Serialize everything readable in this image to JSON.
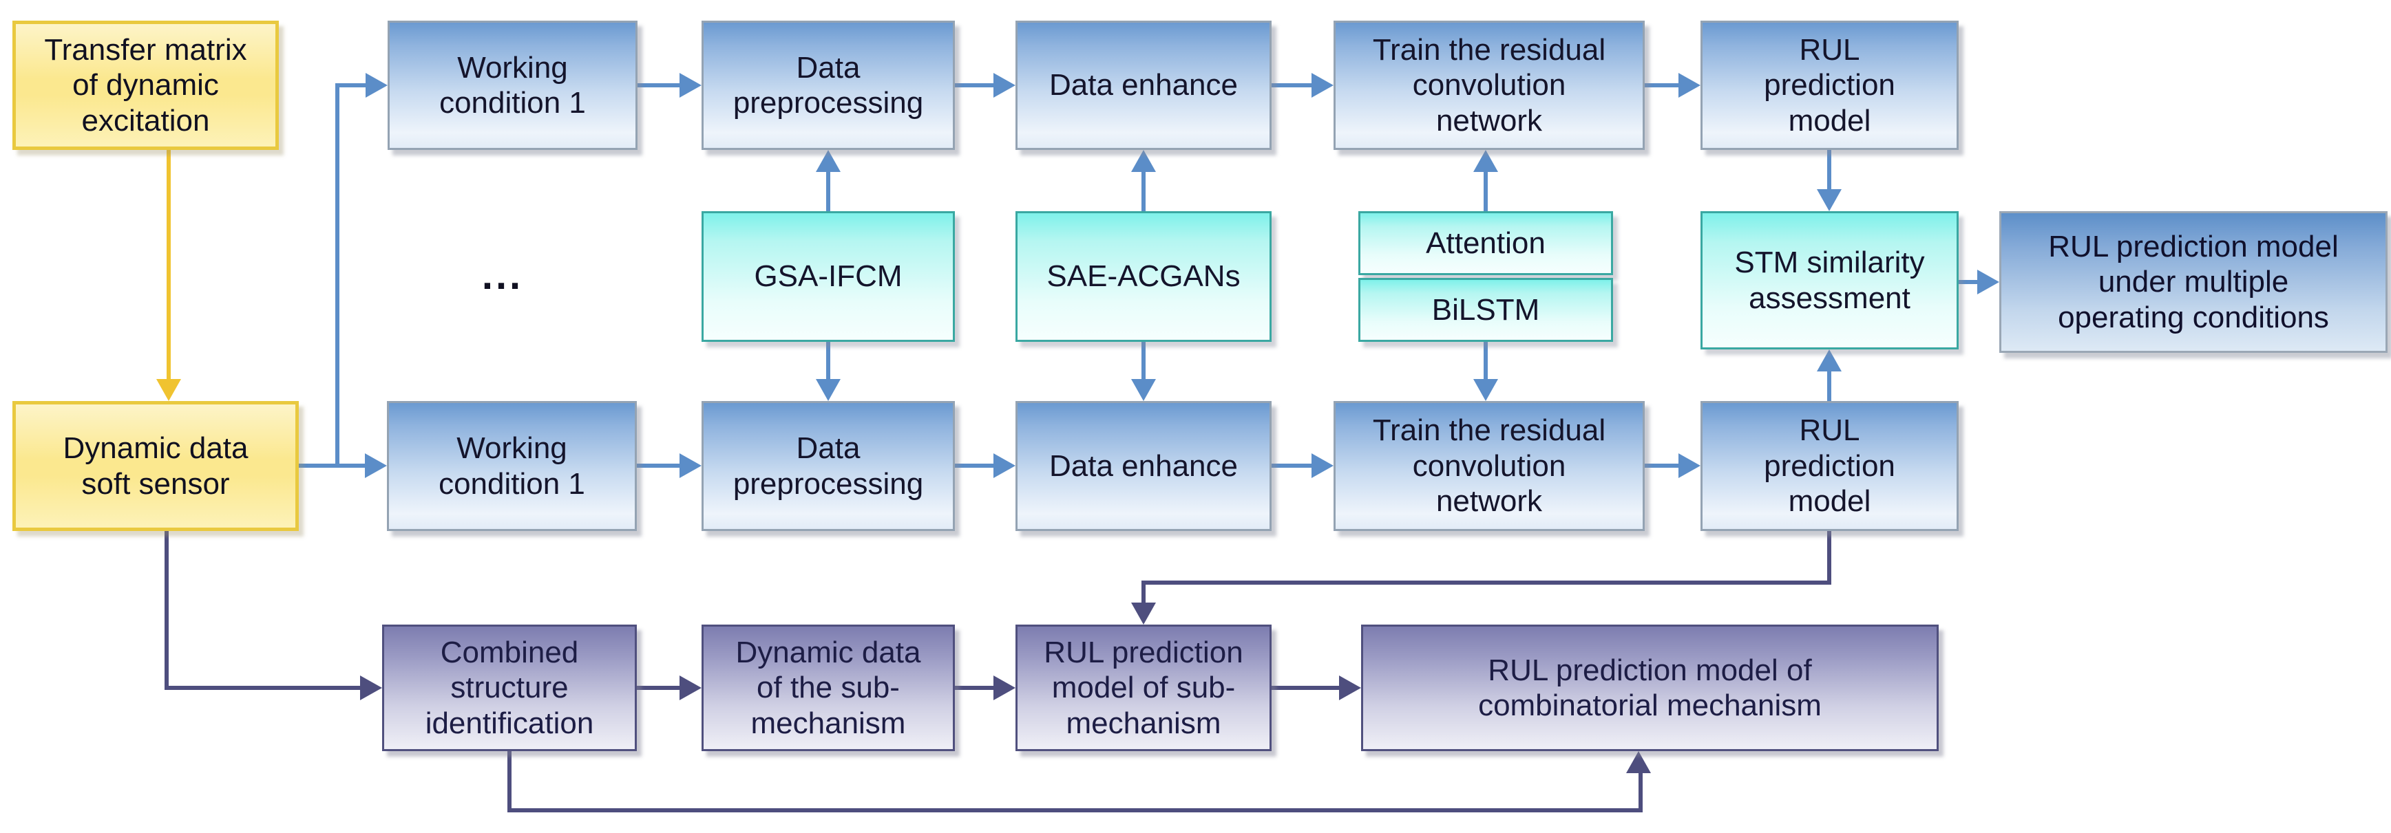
{
  "diagram_title": "",
  "boxes": {
    "transfer_matrix": {
      "label": "Transfer matrix\nof dynamic\nexcitation"
    },
    "wc_row1": {
      "label": "Working\ncondition 1"
    },
    "dp_row1": {
      "label": "Data\npreprocessing"
    },
    "de_row1": {
      "label": "Data enhance"
    },
    "train_row1": {
      "label": "Train the residual\nconvolution\nnetwork"
    },
    "rul_row1": {
      "label": "RUL\nprediction\nmodel"
    },
    "ellipsis": {
      "label": "..."
    },
    "gsa_ifcm": {
      "label": "GSA-IFCM"
    },
    "sae_acgans": {
      "label": "SAE-ACGANs"
    },
    "attention": {
      "label": "Attention"
    },
    "bilstm": {
      "label": "BiLSTM"
    },
    "stm": {
      "label": "STM similarity\nassessment"
    },
    "rul_multi": {
      "label": "RUL prediction model\nunder multiple\noperating conditions"
    },
    "dynamic_sensor": {
      "label": "Dynamic data\nsoft sensor"
    },
    "wc_row2": {
      "label": "Working\ncondition 1"
    },
    "dp_row2": {
      "label": "Data\npreprocessing"
    },
    "de_row2": {
      "label": "Data enhance"
    },
    "train_row2": {
      "label": "Train the residual\nconvolution\nnetwork"
    },
    "rul_row2": {
      "label": "RUL\nprediction\nmodel"
    },
    "combined": {
      "label": "Combined\nstructure\nidentification"
    },
    "dyn_sub": {
      "label": "Dynamic data\nof the sub-\nmechanism"
    },
    "rul_sub": {
      "label": "RUL prediction\nmodel of sub-\nmechanism"
    },
    "rul_comb": {
      "label": "RUL prediction model of\ncombinatorial mechanism"
    }
  },
  "colors": {
    "blue_arrow": "#5b8dc8",
    "purple_arrow": "#4e4e7e",
    "yellow_arrow": "#f0c330",
    "blue_box_top": "#6b9ad1",
    "cyan_box_top": "#7ff1ea",
    "cyan_border": "#3aa8a2",
    "yellow_box": "#fbe88f",
    "yellow_border": "#e9c93f",
    "purple_box_top": "#7d7db0",
    "purple_border": "#50507e"
  }
}
